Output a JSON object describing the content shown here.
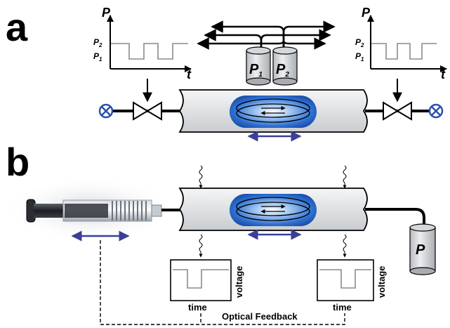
{
  "panels": {
    "a": {
      "letter": "a"
    },
    "b": {
      "letter": "b"
    }
  },
  "graph_left": {
    "y_axis": "P",
    "x_axis": "t",
    "level_high": "P",
    "level_high_sub": "2",
    "level_low": "P",
    "level_low_sub": "1"
  },
  "graph_right": {
    "y_axis": "P",
    "x_axis": "t",
    "level_high": "P",
    "level_high_sub": "2",
    "level_low": "P",
    "level_low_sub": "1"
  },
  "tanks": {
    "tank1": {
      "label": "P",
      "sub": "1"
    },
    "tank2": {
      "label": "P",
      "sub": "2"
    }
  },
  "pressure_reservoir_b": {
    "label": "P"
  },
  "detector_left": {
    "x_label": "time",
    "y_label": "voltage"
  },
  "detector_right": {
    "x_label": "time",
    "y_label": "voltage"
  },
  "feedback_label": "Optical Feedback",
  "colors": {
    "tube_fill": "#e6e8ea",
    "droplet_blue": "#1f5fbf",
    "arrow_blue": "#3b3f9a",
    "valve_blue": "#2a4fb0",
    "trace_gray": "#8a8a8a"
  }
}
